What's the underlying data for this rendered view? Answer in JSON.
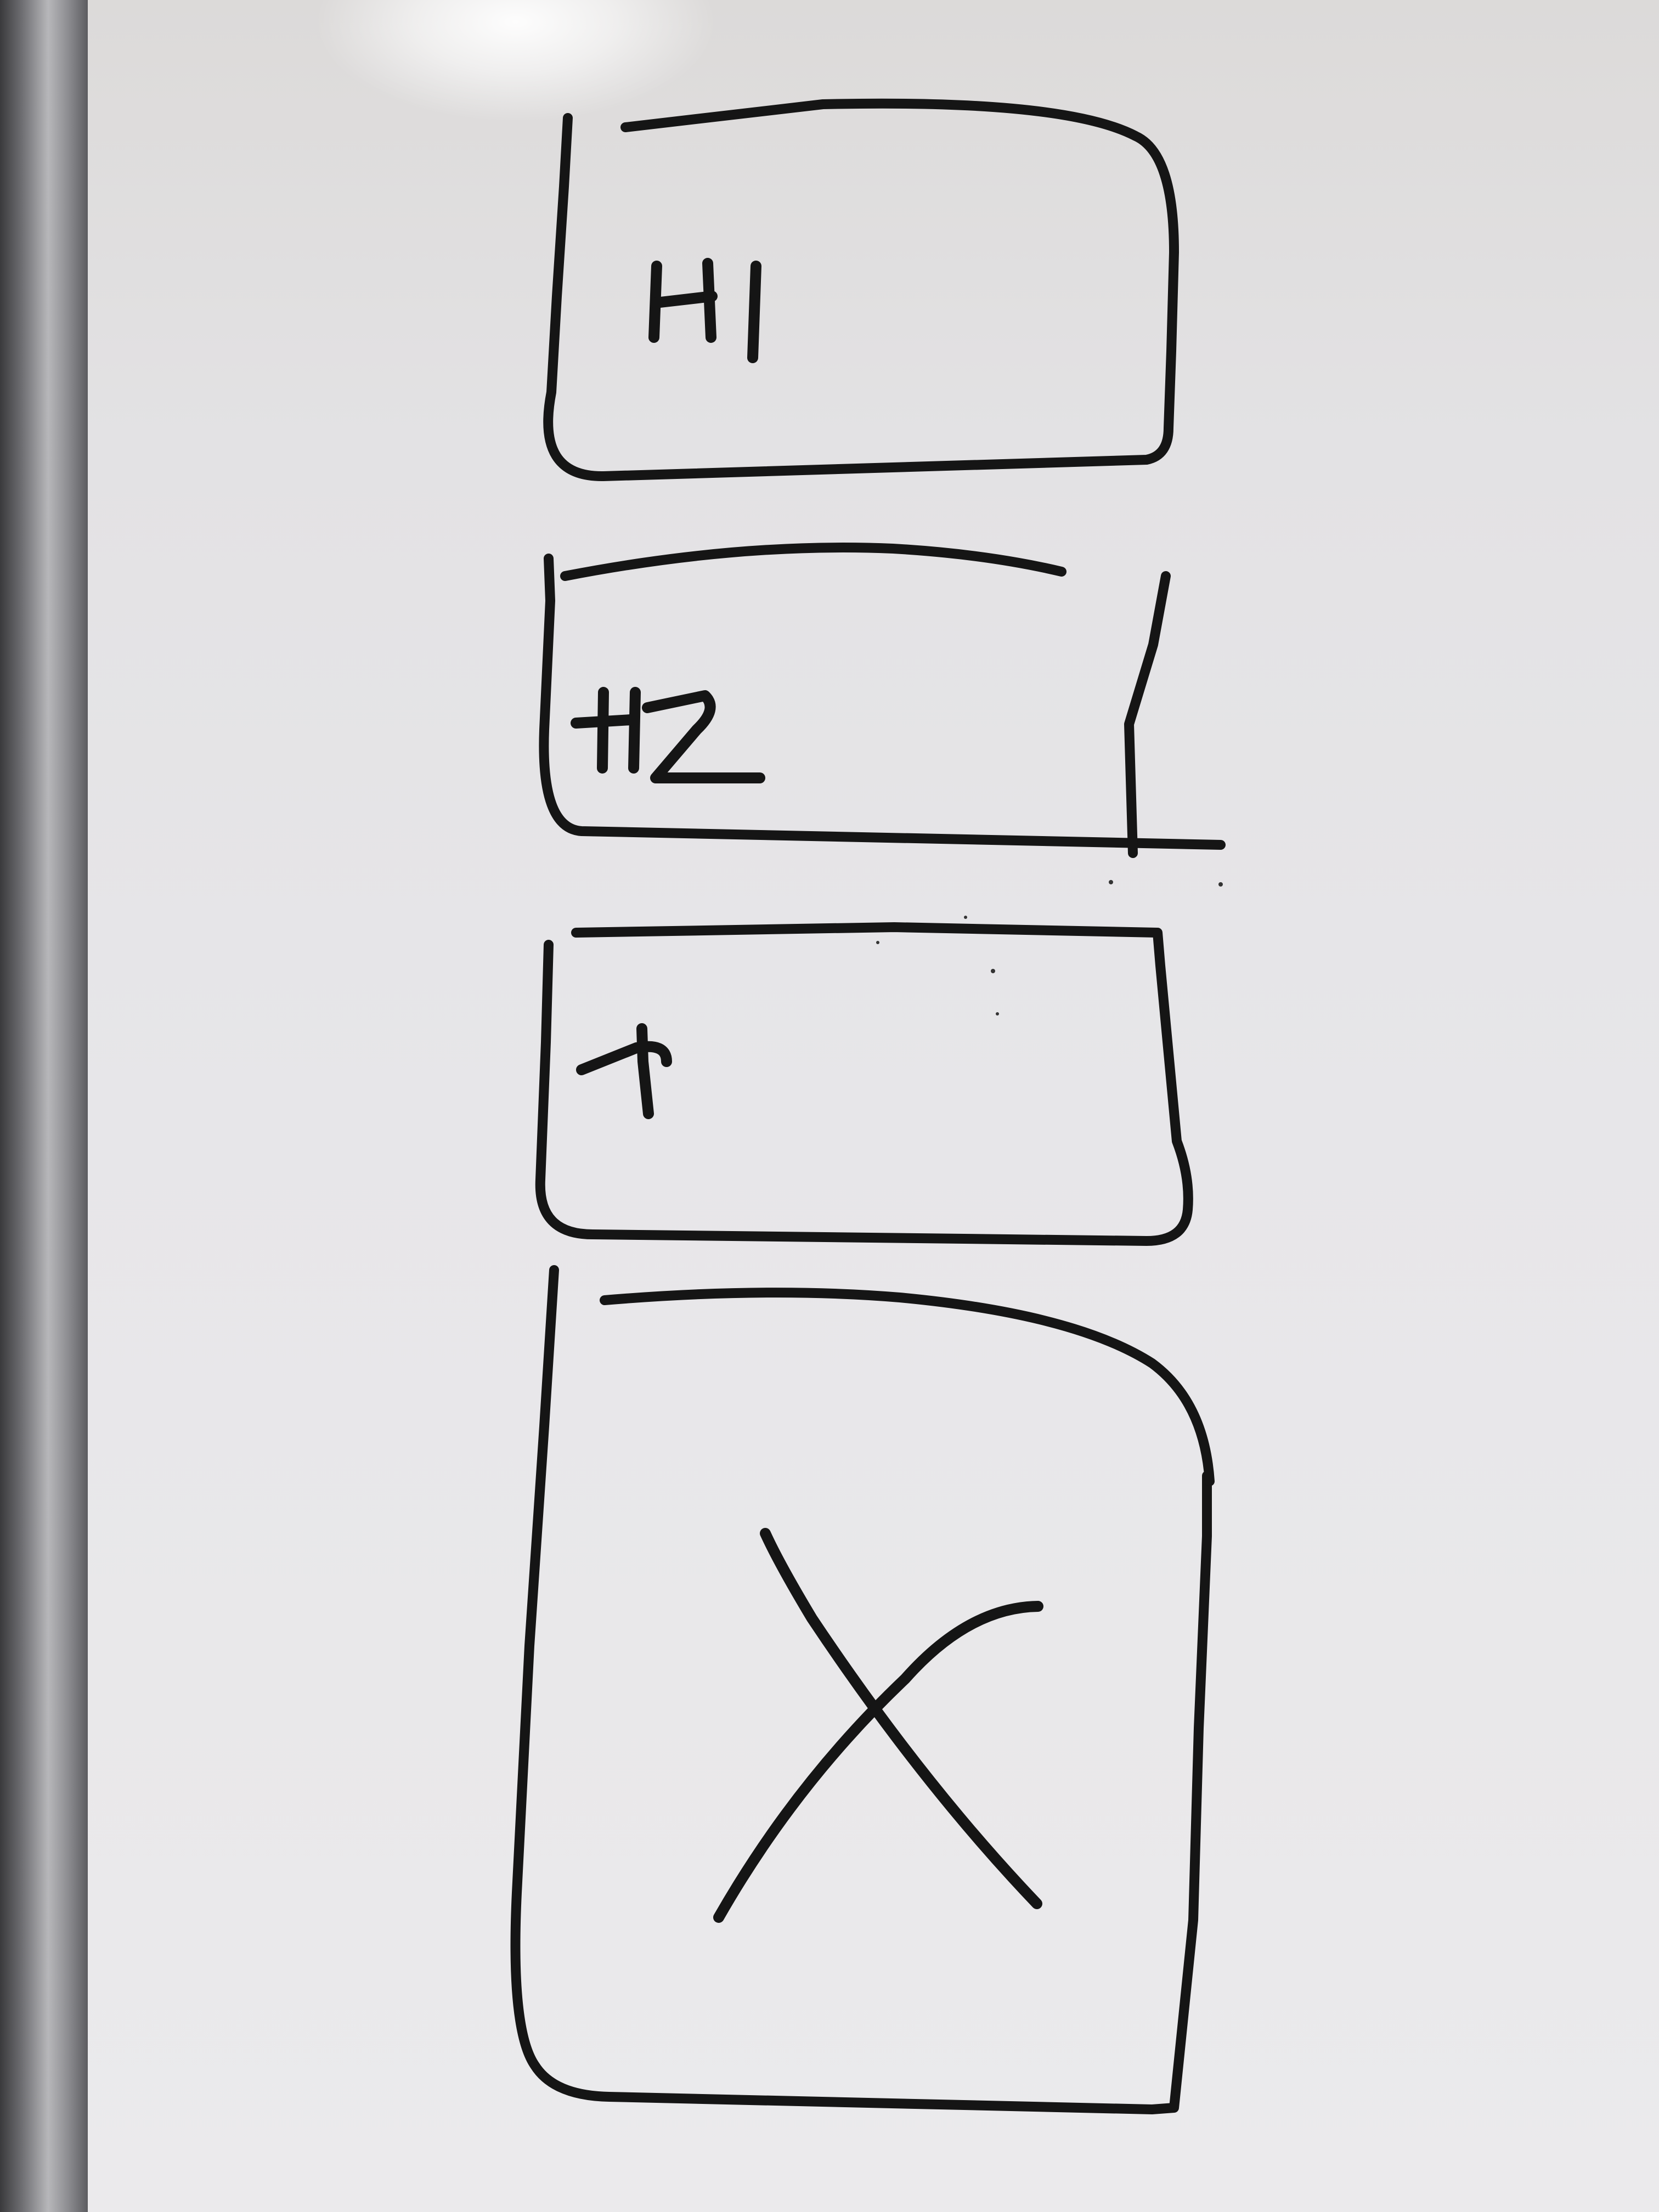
{
  "sketch": {
    "boxes": [
      {
        "label": "H1"
      },
      {
        "label": "H2"
      },
      {
        "label": "P"
      },
      {
        "label": ""
      }
    ],
    "image_placeholder_icon": "x-mark-icon"
  },
  "colors": {
    "marker": "#151515",
    "board": "#e7e6e9",
    "frame": "#8c8c90"
  }
}
